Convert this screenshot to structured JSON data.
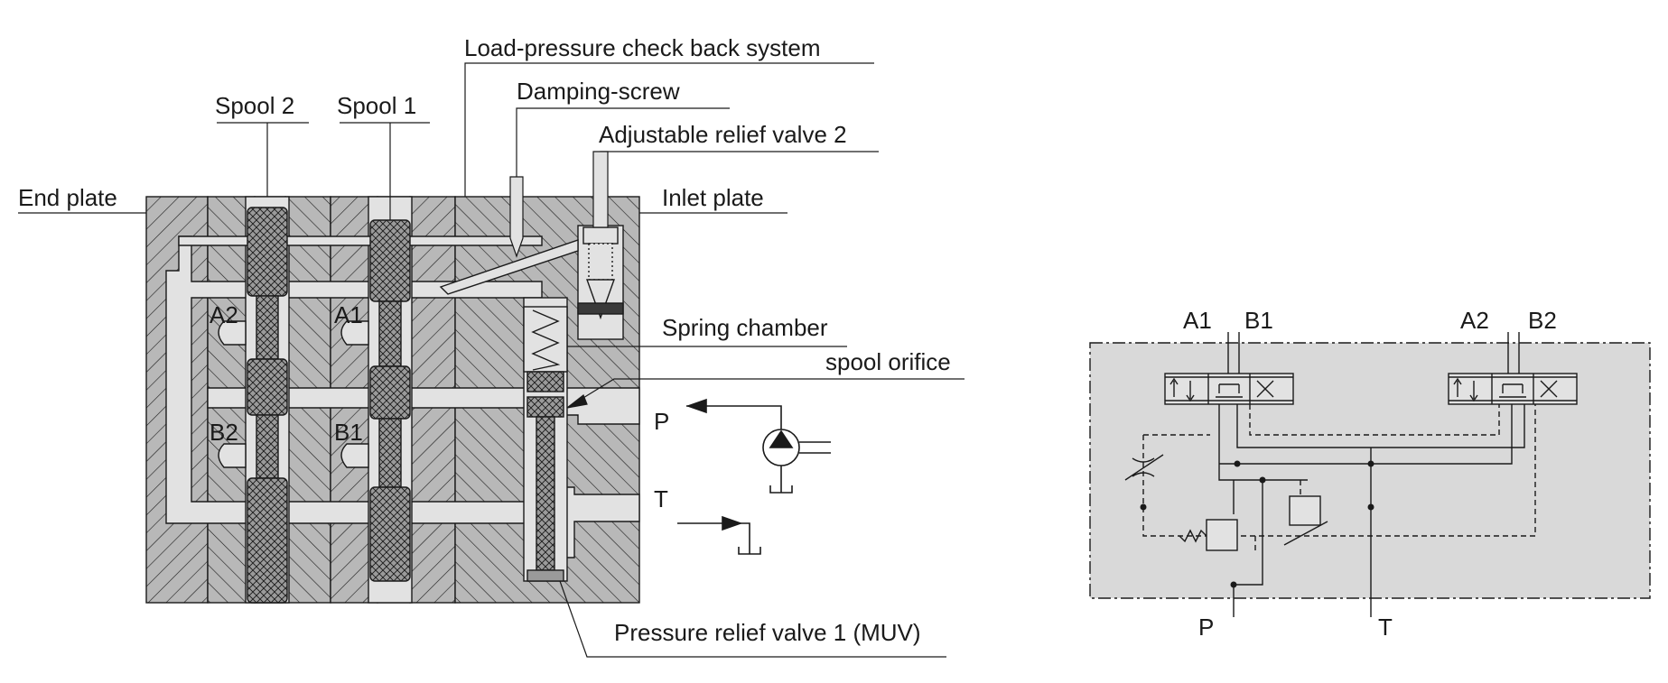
{
  "section_view": {
    "labels": {
      "load_pressure_check": "Load-pressure check back system",
      "damping_screw": "Damping-screw",
      "relief_valve_2": "Adjustable relief valve 2",
      "spool_2": "Spool 2",
      "spool_1": "Spool 1",
      "end_plate": "End plate",
      "inlet_plate": "Inlet plate",
      "spring_chamber": "Spring chamber",
      "spool_orifice": "spool orifice",
      "relief_valve_1": "Pressure relief valve 1 (MUV)"
    },
    "ports": {
      "a2": "A2",
      "a1": "A1",
      "b2": "B2",
      "b1": "B1",
      "p": "P",
      "t": "T"
    }
  },
  "schematic": {
    "ports": {
      "a1": "A1",
      "b1": "B1",
      "a2": "A2",
      "b2": "B2",
      "p": "P",
      "t": "T"
    }
  },
  "colors": {
    "body_fill": "#b8b8b8",
    "channel_fill": "#e2e2e2",
    "spool_fill": "#9a9a9a",
    "schematic_fill": "#d9d9d9",
    "line": "#1a1a1a"
  }
}
